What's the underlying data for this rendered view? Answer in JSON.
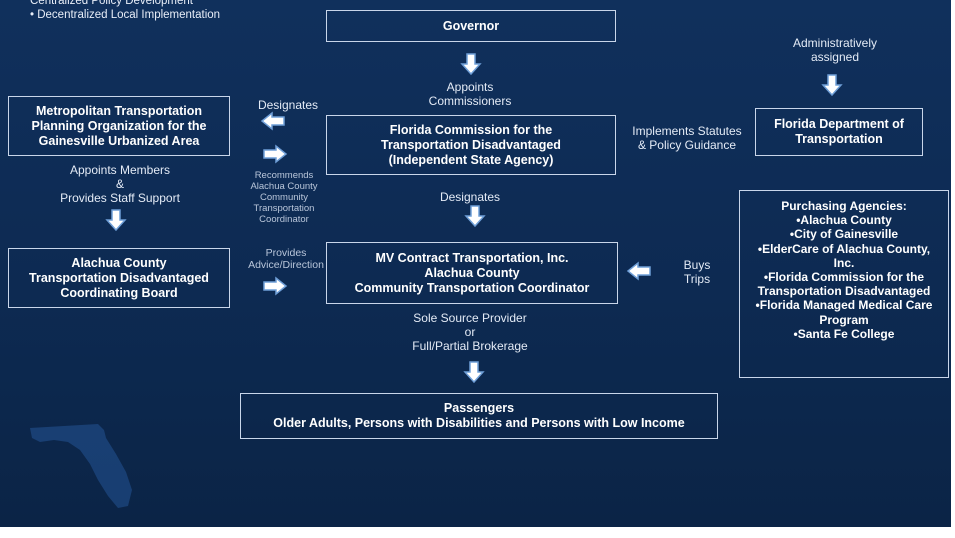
{
  "bullets": [
    "Centralized Policy Development",
    "• Decentralized Local Implementation"
  ],
  "boxes": {
    "governor": "Governor",
    "mtpo": [
      "Metropolitan Transportation",
      "Planning Organization for the",
      "Gainesville Urbanized Area"
    ],
    "commission": [
      "Florida Commission for the",
      "Transportation Disadvantaged",
      "(Independent State Agency)"
    ],
    "fdot": [
      "Florida Department of",
      "Transportation"
    ],
    "board": [
      "Alachua County",
      "Transportation Disadvantaged",
      "Coordinating Board"
    ],
    "ctc": [
      "MV Contract Transportation, Inc.",
      "Alachua County",
      "Community Transportation Coordinator"
    ],
    "passengers": [
      "Passengers",
      "Older Adults, Persons with Disabilities and Persons with Low Income"
    ],
    "purchasing_title": "Purchasing Agencies:",
    "purchasing": [
      "•Alachua County",
      "•City of Gainesville",
      "•ElderCare of Alachua County,",
      "Inc.",
      "•Florida Commission for the",
      "Transportation Disadvantaged",
      "•Florida Managed Medical Care",
      "Program",
      "•Santa Fe College"
    ]
  },
  "labels": {
    "appoints_commissioners": [
      "Appoints",
      "Commissioners"
    ],
    "admin_assigned": [
      "Administratively",
      "assigned"
    ],
    "designates_left": "Designates",
    "implements": [
      "Implements Statutes",
      "& Policy Guidance"
    ],
    "appoints_members": [
      "Appoints  Members",
      "&",
      "Provides Staff Support"
    ],
    "recommends": [
      "Recommends",
      "Alachua County",
      "Community",
      "Transportation",
      "Coordinator"
    ],
    "designates_center": "Designates",
    "provides": [
      "Provides",
      "Advice/Direction"
    ],
    "buys_trips": [
      "Buys",
      "Trips"
    ],
    "sole_source": [
      "Sole Source Provider",
      "or",
      "Full/Partial Brokerage"
    ]
  },
  "colors": {
    "background": "#0e2a52",
    "border": "#c9d6ea",
    "arrow_fill": "#ffffff",
    "arrow_stroke": "#6f9fd8"
  }
}
